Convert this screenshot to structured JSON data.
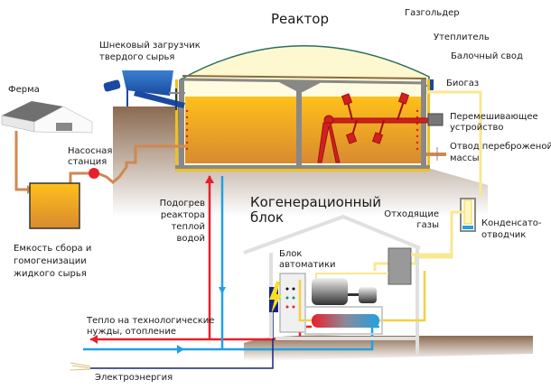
{
  "diagram": {
    "title": "Реактор",
    "labels": {
      "reactor": "Реактор",
      "gasholder": "Газгольдер",
      "insulation": "Утеплитель",
      "beam_vault": "Балочный свод",
      "biogas": "Биогаз",
      "mixer_line1": "Перемешивающее",
      "mixer_line2": "устройство",
      "digestate_line1": "Отвод переброженой",
      "digestate_line2": "массы",
      "screw_loader_line1": "Шнековый загрузчик",
      "screw_loader_line2": "твердого сырья",
      "farm": "Ферма",
      "pump_line1": "Насосная",
      "pump_line2": "станция",
      "tank_line1": "Емкость сбора и",
      "tank_line2": "гомогенизации",
      "tank_line3": "жидкого сырья",
      "heating_line1": "Подогрев",
      "heating_line2": "реактора",
      "heating_line3": "теплой",
      "heating_line4": "водой",
      "chp_line1": "Когенерационный",
      "chp_line2": "блок",
      "exhaust_line1": "Отходящие",
      "exhaust_line2": "газы",
      "condensate_line1": "Конденсато-",
      "condensate_line2": "отводчик",
      "automation_line1": "Блок",
      "automation_line2": "автоматики",
      "process_heat_line1": "Тепло на технологические",
      "process_heat_line2": "нужды, отопление",
      "electricity": "Электроэнергия"
    },
    "colors": {
      "substrate": "#e8a020",
      "dome": "#fdf8d0",
      "hot_water": "#e8202a",
      "cold_water": "#22a0e0",
      "gas_pipe": "#f5d040",
      "feed_pipe": "#d08850",
      "electric": "#1a237e",
      "ground": "#a08870"
    }
  }
}
